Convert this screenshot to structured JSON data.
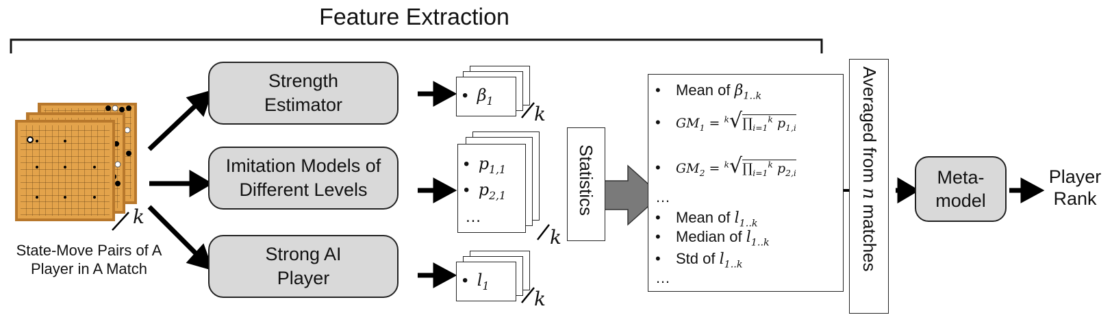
{
  "title": "Feature Extraction",
  "input_caption": "State-Move Pairs of A Player in A Match",
  "k": "k",
  "processors": [
    {
      "label": "Strength Estimator"
    },
    {
      "label": "Imitation Models of Different Levels"
    },
    {
      "label": "Strong AI Player"
    }
  ],
  "outputs": {
    "beta": {
      "base": "β",
      "sub": "1"
    },
    "p": [
      {
        "base": "p",
        "sub": "1,1"
      },
      {
        "base": "p",
        "sub": "2,1"
      }
    ],
    "p_ellipsis": "…",
    "l": {
      "base": "l",
      "sub": "1"
    }
  },
  "statistics_label": "Statistics",
  "features": {
    "mean_beta_label": "Mean of",
    "mean_beta_var": "β",
    "mean_beta_sub": "1..k",
    "gm1_label": "GM",
    "gm1_sub": "1",
    "gm2_label": "GM",
    "gm2_sub": "2",
    "gm_eq": "=",
    "gm_index": "k",
    "gm_prod": "∏",
    "gm_prod_sub": "i=1",
    "gm_prod_sup": "k",
    "gm1_term": "p",
    "gm1_term_sub": "1,i",
    "gm2_term": "p",
    "gm2_term_sub": "2,i",
    "ellipsis_1": "…",
    "mean_l_label": "Mean of",
    "median_l_label": "Median of",
    "std_l_label": "Std of",
    "l_var": "l",
    "l_sub": "1..k",
    "ellipsis_2": "…"
  },
  "averaged_label": "Averaged from",
  "averaged_var": "n",
  "averaged_suffix": "matches",
  "meta_model_label": "Meta-model",
  "meta_model_line1": "Meta-",
  "meta_model_line2": "model",
  "player_rank_line1": "Player",
  "player_rank_line2": "Rank",
  "colors": {
    "box_fill": "#d9d9d9",
    "board_wood": "#e3a34b",
    "board_frame": "#b8782c",
    "stats_arrow": "#7a7a7a"
  }
}
